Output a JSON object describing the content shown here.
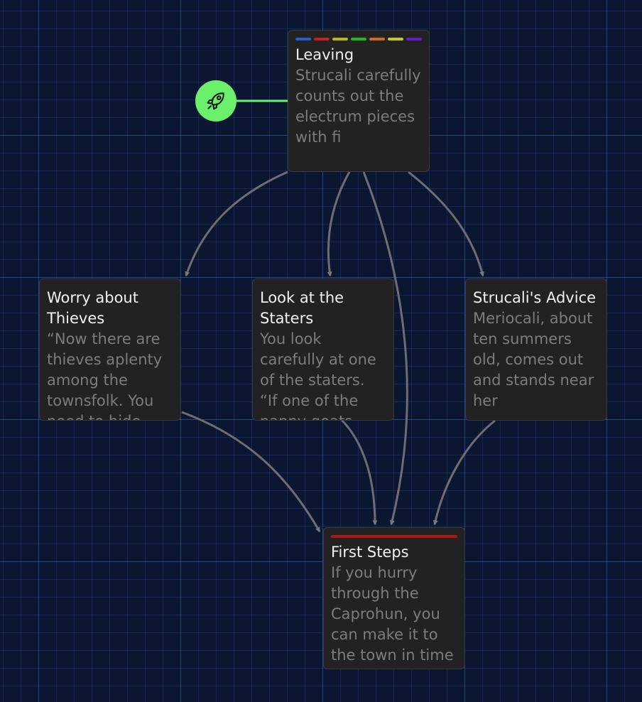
{
  "story_map": {
    "start_icon": "rocket-icon",
    "start_color": "#6bf06b",
    "passages": [
      {
        "id": "leaving",
        "title": "Leaving",
        "excerpt": "Strucali carefully counts out the electrum pieces with fi",
        "tags": [
          "#1f5fd0",
          "#c81e1e",
          "#b8b81a",
          "#1fb81f",
          "#d06a1a",
          "#c8c81e",
          "#6a1ac8"
        ]
      },
      {
        "id": "worry",
        "title": "Worry about Thieves",
        "excerpt": "“Now there are thieves aplenty among the townsfolk. You need to hide",
        "tags": []
      },
      {
        "id": "staters",
        "title": "Look at the Staters",
        "excerpt": "You look carefully at one of the staters. “If one of the nanny goats",
        "tags": []
      },
      {
        "id": "advice",
        "title": "Strucali's Advice",
        "excerpt": "Meriocali, about ten summers old, comes out and stands near her",
        "tags": []
      },
      {
        "id": "first",
        "title": "First Steps",
        "excerpt": "If you hurry through the Caprohun, you can make it to the town in time for th",
        "tags": [
          "#b01818"
        ]
      }
    ]
  }
}
